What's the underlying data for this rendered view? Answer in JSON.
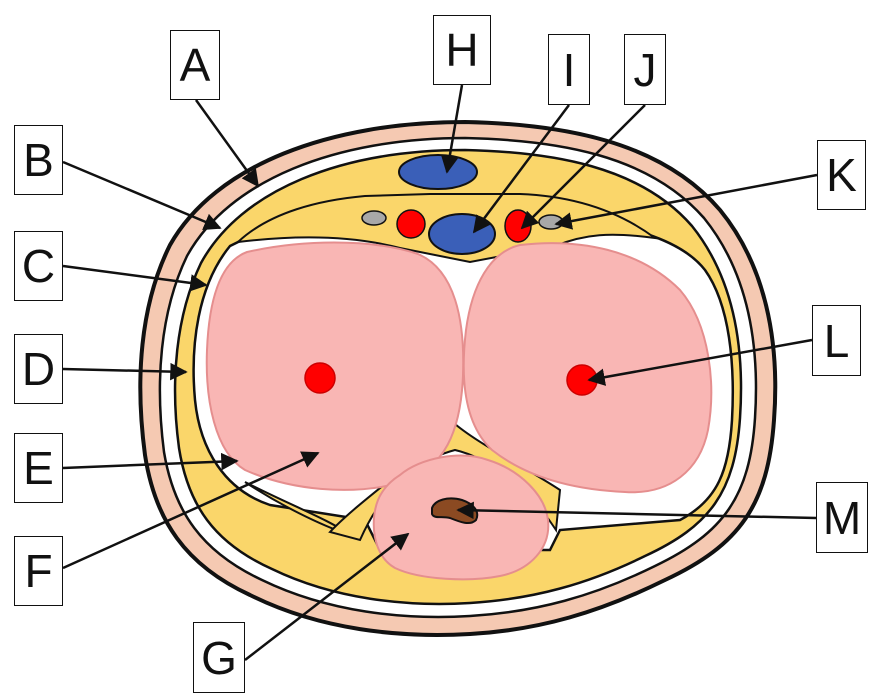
{
  "labels": {
    "A": "A",
    "B": "B",
    "C": "C",
    "D": "D",
    "E": "E",
    "F": "F",
    "G": "G",
    "H": "H",
    "I": "I",
    "J": "J",
    "K": "K",
    "L": "L",
    "M": "M"
  },
  "colors": {
    "outline": "#111111",
    "skin": "#f5c9b2",
    "fat": "#fad66a",
    "tissue": "#f9b6b4",
    "tissue_border": "#e58e8e",
    "artery": "#ff0000",
    "vein": "#3a5fb8",
    "nerve": "#a8a8a8",
    "urethra": "#8b4a22",
    "background": "#ffffff"
  }
}
